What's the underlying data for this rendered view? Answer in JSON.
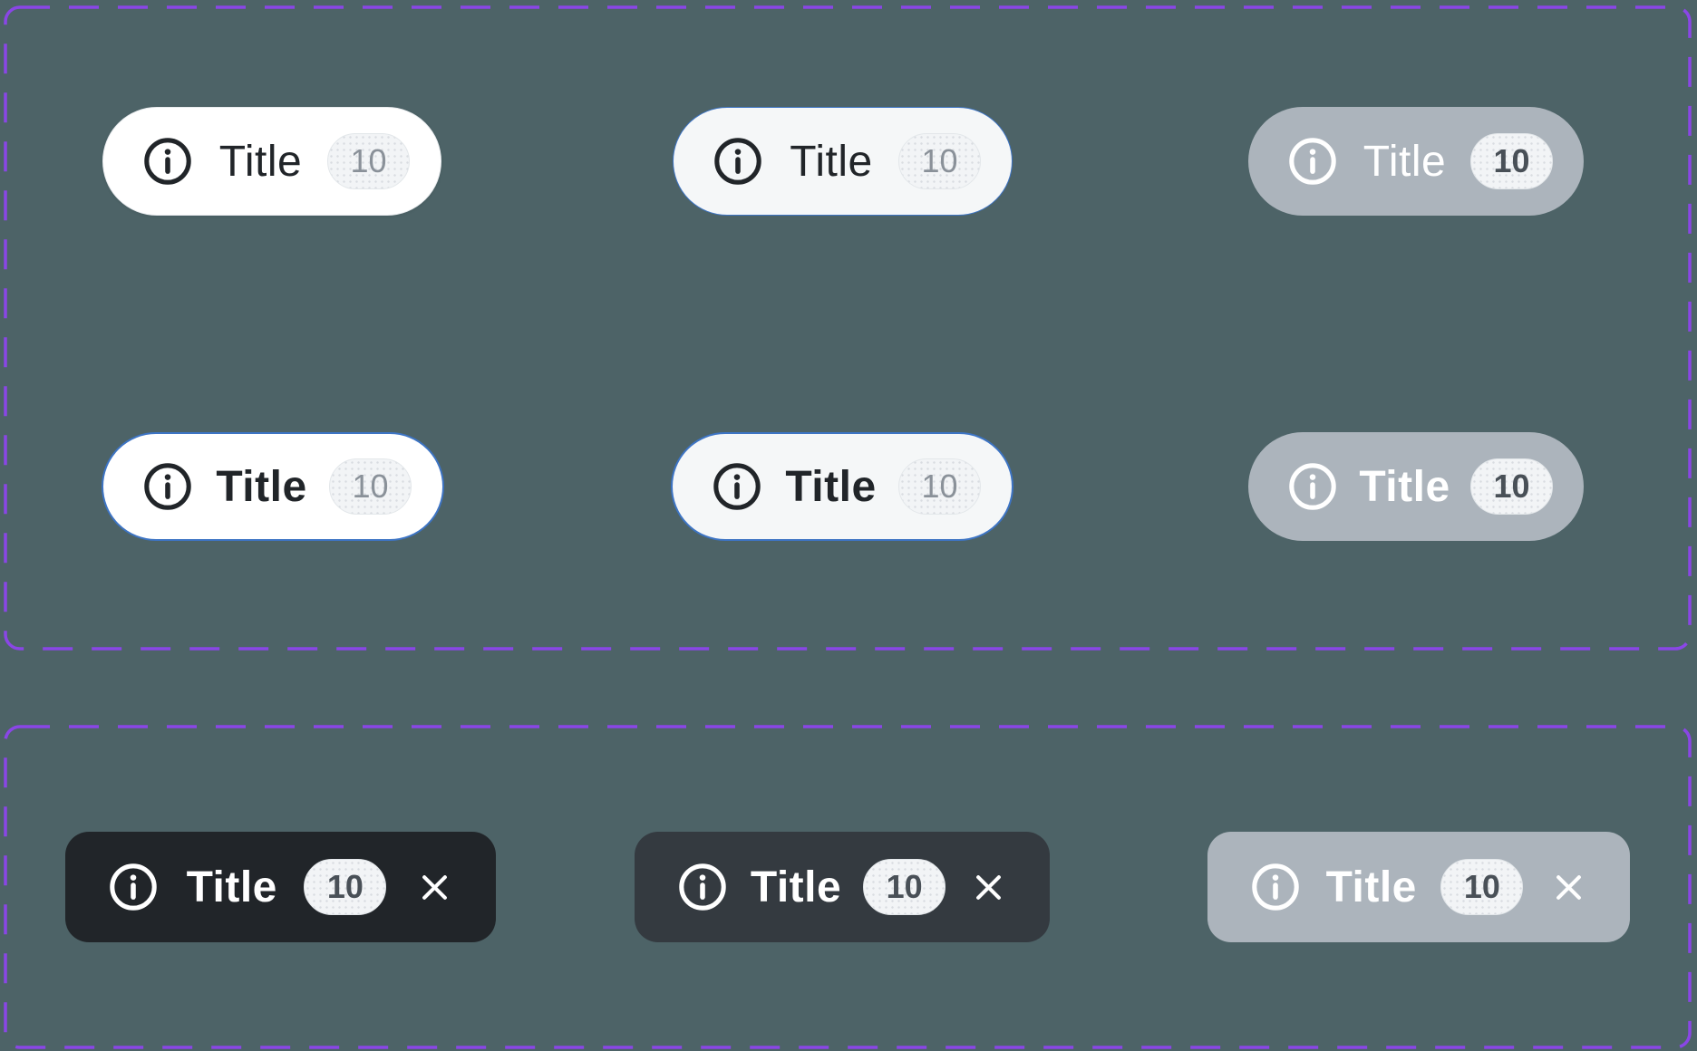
{
  "colors": {
    "page_bg": "#4d6367",
    "frame_stroke": "#8a46e6",
    "chip_white": "#ffffff",
    "chip_tinted": "#f5f7f8",
    "chip_disabled": "#acb4bc",
    "chip_dark": "#212529",
    "chip_dark_hover": "#343a40",
    "border_light": "#e9ecef",
    "border_focus": "#3d74c4",
    "label_dark": "#212529",
    "label_light": "#ffffff",
    "badge_bg": "#f2f4f6",
    "badge_border": "#e3e7ea",
    "badge_text_muted": "#8a9199",
    "badge_text_strong": "#495057"
  },
  "icons": {
    "leading": "info-circle-icon",
    "trailing": "close-x-icon"
  },
  "sections": [
    {
      "name": "chips-pill-states",
      "chips": [
        {
          "label": "Title",
          "count": "10",
          "state": "default"
        },
        {
          "label": "Title",
          "count": "10",
          "state": "hover"
        },
        {
          "label": "Title",
          "count": "10",
          "state": "disabled"
        },
        {
          "label": "Title",
          "count": "10",
          "state": "focused"
        },
        {
          "label": "Title",
          "count": "10",
          "state": "focused-hover"
        },
        {
          "label": "Title",
          "count": "10",
          "state": "focused-disabled"
        }
      ]
    },
    {
      "name": "chips-dismissible-states",
      "chips": [
        {
          "label": "Title",
          "count": "10",
          "state": "selected-dark"
        },
        {
          "label": "Title",
          "count": "10",
          "state": "selected-dark-hover"
        },
        {
          "label": "Title",
          "count": "10",
          "state": "selected-disabled"
        }
      ]
    }
  ]
}
